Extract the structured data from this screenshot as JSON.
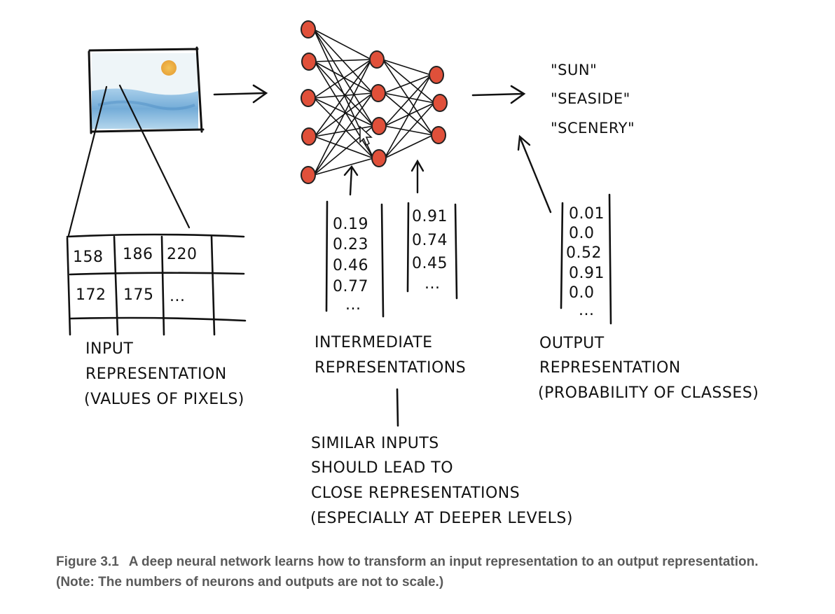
{
  "input_image": {
    "colors": {
      "sun": "#f0b84a",
      "sky": "#eef5f7",
      "sea": "#6aa8d6"
    }
  },
  "input_representation": {
    "grid_rows": [
      [
        "158",
        "186",
        "220",
        ""
      ],
      [
        "172",
        "175",
        "...",
        ""
      ],
      [
        "",
        "",
        "",
        ""
      ]
    ],
    "label_lines": [
      "INPUT",
      "REPRESENTATION",
      "(VALUES OF PIXELS)"
    ]
  },
  "network": {
    "layers": [
      5,
      4,
      3
    ],
    "neuron_color": "#e0503a"
  },
  "intermediate_representations": {
    "vectors": [
      [
        "0.19",
        "0.23",
        "0.46",
        "0.77",
        "..."
      ],
      [
        "0.91",
        "0.74",
        "0.45",
        "..."
      ]
    ],
    "label_lines": [
      "INTERMEDIATE",
      "REPRESENTATIONS"
    ]
  },
  "output_representation": {
    "vector": [
      "0.01",
      "0.0",
      "0.52",
      "0.91",
      "0.0",
      "..."
    ],
    "label_lines": [
      "OUTPUT",
      "REPRESENTATION",
      "(PROBABILITY OF CLASSES)"
    ]
  },
  "output_classes": [
    "\"SUN\"",
    "\"SEASIDE\"",
    "\"SCENERY\""
  ],
  "note_lines": [
    "SIMILAR INPUTS",
    "SHOULD LEAD TO",
    "CLOSE REPRESENTATIONS",
    "(ESPECIALLY AT DEEPER LEVELS)"
  ],
  "caption": {
    "figure_number": "Figure 3.1",
    "text": "A deep neural network learns how to transform an input representation to an output representation. (Note: The numbers of neurons and outputs are not to scale.)"
  }
}
